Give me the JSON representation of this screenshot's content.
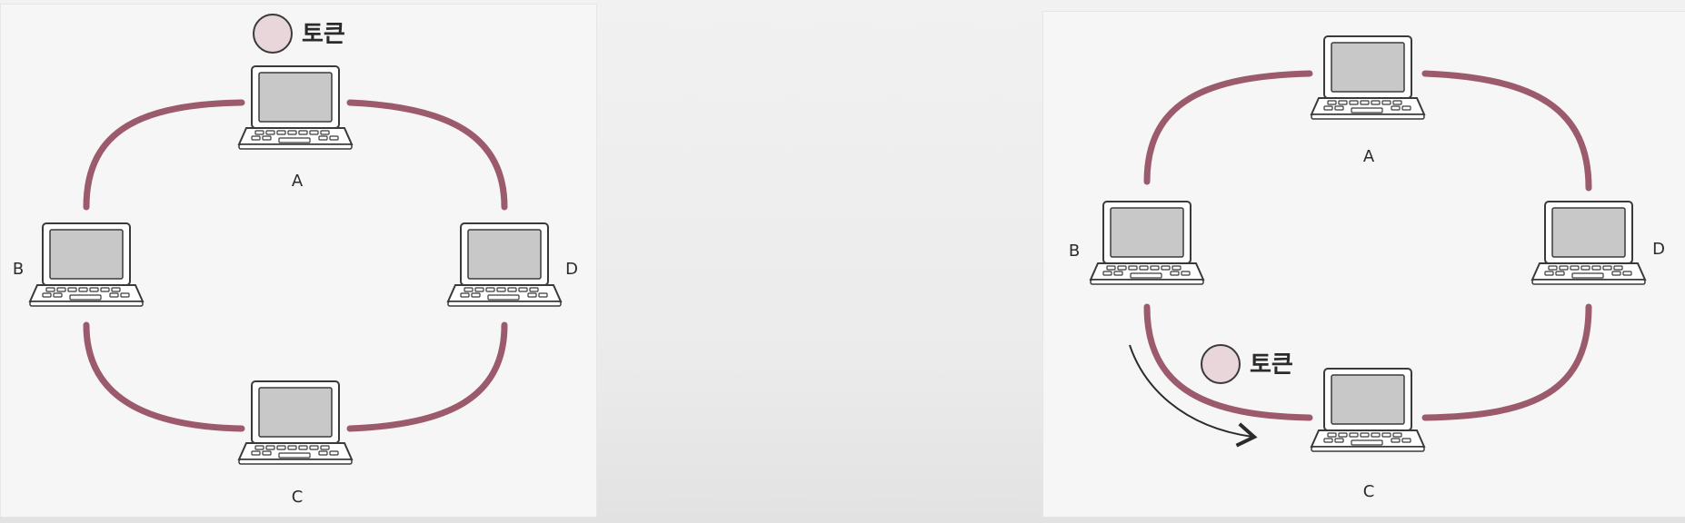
{
  "colors": {
    "link": "#9b5b6c",
    "token_fill": "#e8d6da",
    "screen": "#c8c8c8",
    "laptop_outline": "#3a3a3a"
  },
  "diagrams": [
    {
      "nodes": {
        "a": "A",
        "b": "B",
        "c": "C",
        "d": "D"
      },
      "token": {
        "label": "토큰",
        "position": "at A"
      }
    },
    {
      "nodes": {
        "a": "A",
        "b": "B",
        "c": "C",
        "d": "D"
      },
      "token": {
        "label": "토큰",
        "position": "between B and C",
        "arrow": "B to C"
      }
    }
  ]
}
